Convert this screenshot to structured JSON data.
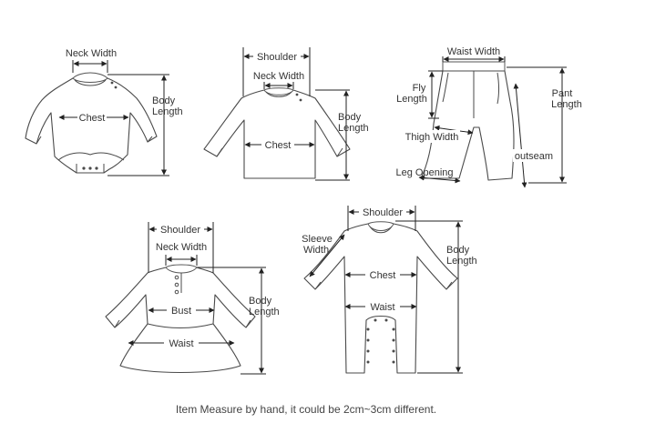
{
  "bodysuit": {
    "neck_width": "Neck Width",
    "chest": "Chest",
    "body_length_1": "Body",
    "body_length_2": "Length"
  },
  "shirt": {
    "shoulder": "Shoulder",
    "neck_width": "Neck Width",
    "chest": "Chest",
    "body_length_1": "Body",
    "body_length_2": "Length"
  },
  "pants": {
    "waist_width": "Waist Width",
    "fly_length_1": "Fly",
    "fly_length_2": "Length",
    "thigh_width": "Thigh Width",
    "leg_opening": "Leg Opening",
    "outseam": "outseam",
    "pant_length_1": "Pant",
    "pant_length_2": "Length"
  },
  "dress": {
    "shoulder": "Shoulder",
    "neck_width": "Neck Width",
    "bust": "Bust",
    "waist": "Waist",
    "body_length_1": "Body",
    "body_length_2": "Length"
  },
  "romper": {
    "shoulder": "Shoulder",
    "sleeve_width_1": "Sleeve",
    "sleeve_width_2": "Width",
    "chest": "Chest",
    "waist": "Waist",
    "body_length_1": "Body",
    "body_length_2": "Length"
  },
  "footer_note": "Item Measure by hand, it could be 2cm~3cm different."
}
